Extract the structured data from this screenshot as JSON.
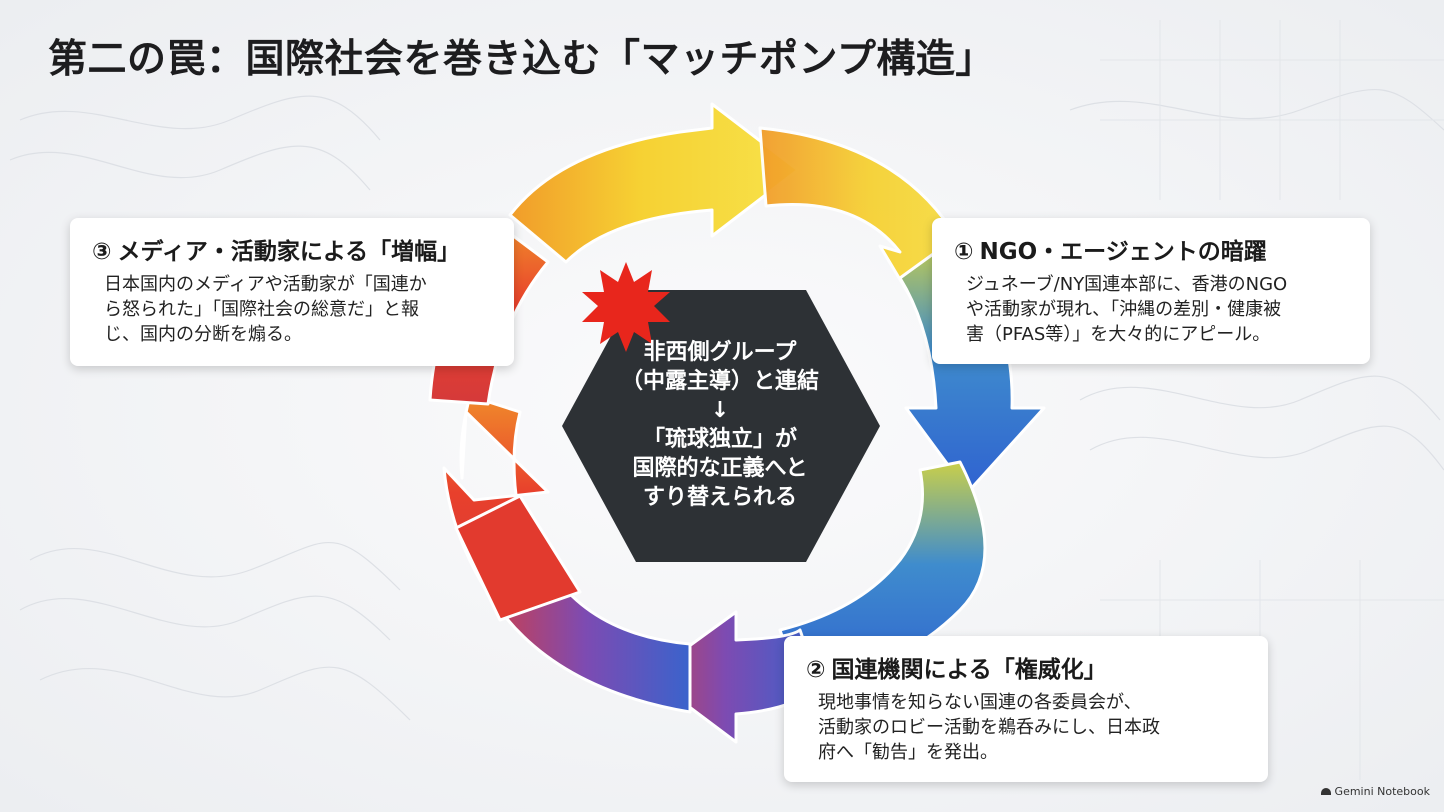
{
  "title": "第二の罠：国際社会を巻き込む「マッチポンプ構造」",
  "colors": {
    "arrow_top": "#f1d63a",
    "arrow_right": "#2f6fd1",
    "arrow_bottom": "#8b4cb0",
    "arrow_left": "#e23a2e",
    "hexagon": "#2d3135",
    "burst": "#e8261c"
  },
  "center": {
    "text": "非西側グループ\n（中露主導）と連結\n↓\n「琉球独立」が\n国際的な正義へと\nすり替えられる"
  },
  "steps": [
    {
      "num": "①",
      "title": "NGO・エージェントの暗躍",
      "body": "ジュネーブ/NY国連本部に、香港のNGO\nや活動家が現れ、「沖縄の差別・健康被\n害（PFAS等）」を大々的にアピール。"
    },
    {
      "num": "②",
      "title": "国連機関による「権威化」",
      "body": "現地事情を知らない国連の各委員会が、\n活動家のロビー活動を鵜呑みにし、日本政\n府へ「勧告」を発出。"
    },
    {
      "num": "③",
      "title": "メディア・活動家による「増幅」",
      "body": "日本国内のメディアや活動家が「国連か\nら怒られた」「国際社会の総意だ」と報\nじ、国内の分断を煽る。"
    }
  ],
  "footer": {
    "brand": "Gemini Notebook"
  }
}
